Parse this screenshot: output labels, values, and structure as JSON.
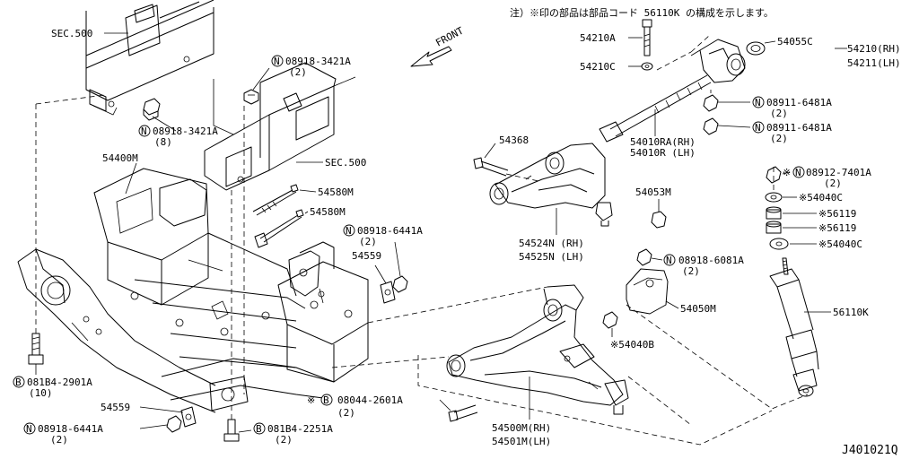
{
  "note": "注）※印の部品は部品コード 56110K の構成を示します。",
  "front_label": "FRONT",
  "diagram_code": "J401021Q",
  "marks": {
    "nut": "N",
    "bolt": "B"
  },
  "labels": {
    "sec500_a": "SEC.500",
    "sec500_b": "SEC.500",
    "p08918_3421a_top": "08918-3421A",
    "p08918_3421a_top_qty": "(2)",
    "p08918_3421a_left": "08918-3421A",
    "p08918_3421a_left_qty": "(8)",
    "p54400m": "54400M",
    "p54580m_a": "54580M",
    "p54580m_b": "54580M",
    "p08918_6441a_mid": "08918-6441A",
    "p08918_6441a_mid_qty": "(2)",
    "p54559_mid": "54559",
    "p081b4_2901a": "081B4-2901A",
    "p081b4_2901a_qty": "(10)",
    "p54559_low": "54559",
    "p08918_6441a_low": "08918-6441A",
    "p08918_6441a_low_qty": "(2)",
    "p081b4_2251a": "081B4-2251A",
    "p081b4_2251a_qty": "(2)",
    "p54210a": "54210A",
    "p54210c": "54210C",
    "p54055c": "54055C",
    "p54210rh": "54210(RH)",
    "p54211lh": "54211(LH)",
    "p08911_6481a_a": "08911-6481A",
    "p08911_6481a_a_qty": "(2)",
    "p08911_6481a_b": "08911-6481A",
    "p08911_6481a_b_qty": "(2)",
    "p54368": "54368",
    "p54010ra": "54010RA(RH)",
    "p54010r": "54010R (LH)",
    "p08912_7401a": "※",
    "p08912_7401a_num": "08912-7401A",
    "p08912_7401a_qty": "(2)",
    "p54040c_a": "※54040C",
    "p56119_a": "※56119",
    "p56119_b": "※56119",
    "p54040c_b": "※54040C",
    "p54053m": "54053M",
    "p54524n": "54524N (RH)",
    "p54525n": "54525N (LH)",
    "p08918_6081a": "08918-6081A",
    "p08918_6081a_qty": "(2)",
    "p54050m": "54050M",
    "p56110k": "56110K",
    "p54040b": "※54040B",
    "p08044_prefix": "※",
    "p08044_2601a": "08044-2601A",
    "p08044_2601a_qty": "(2)",
    "p54500m": "54500M(RH)",
    "p54501m": "54501M(LH)"
  }
}
